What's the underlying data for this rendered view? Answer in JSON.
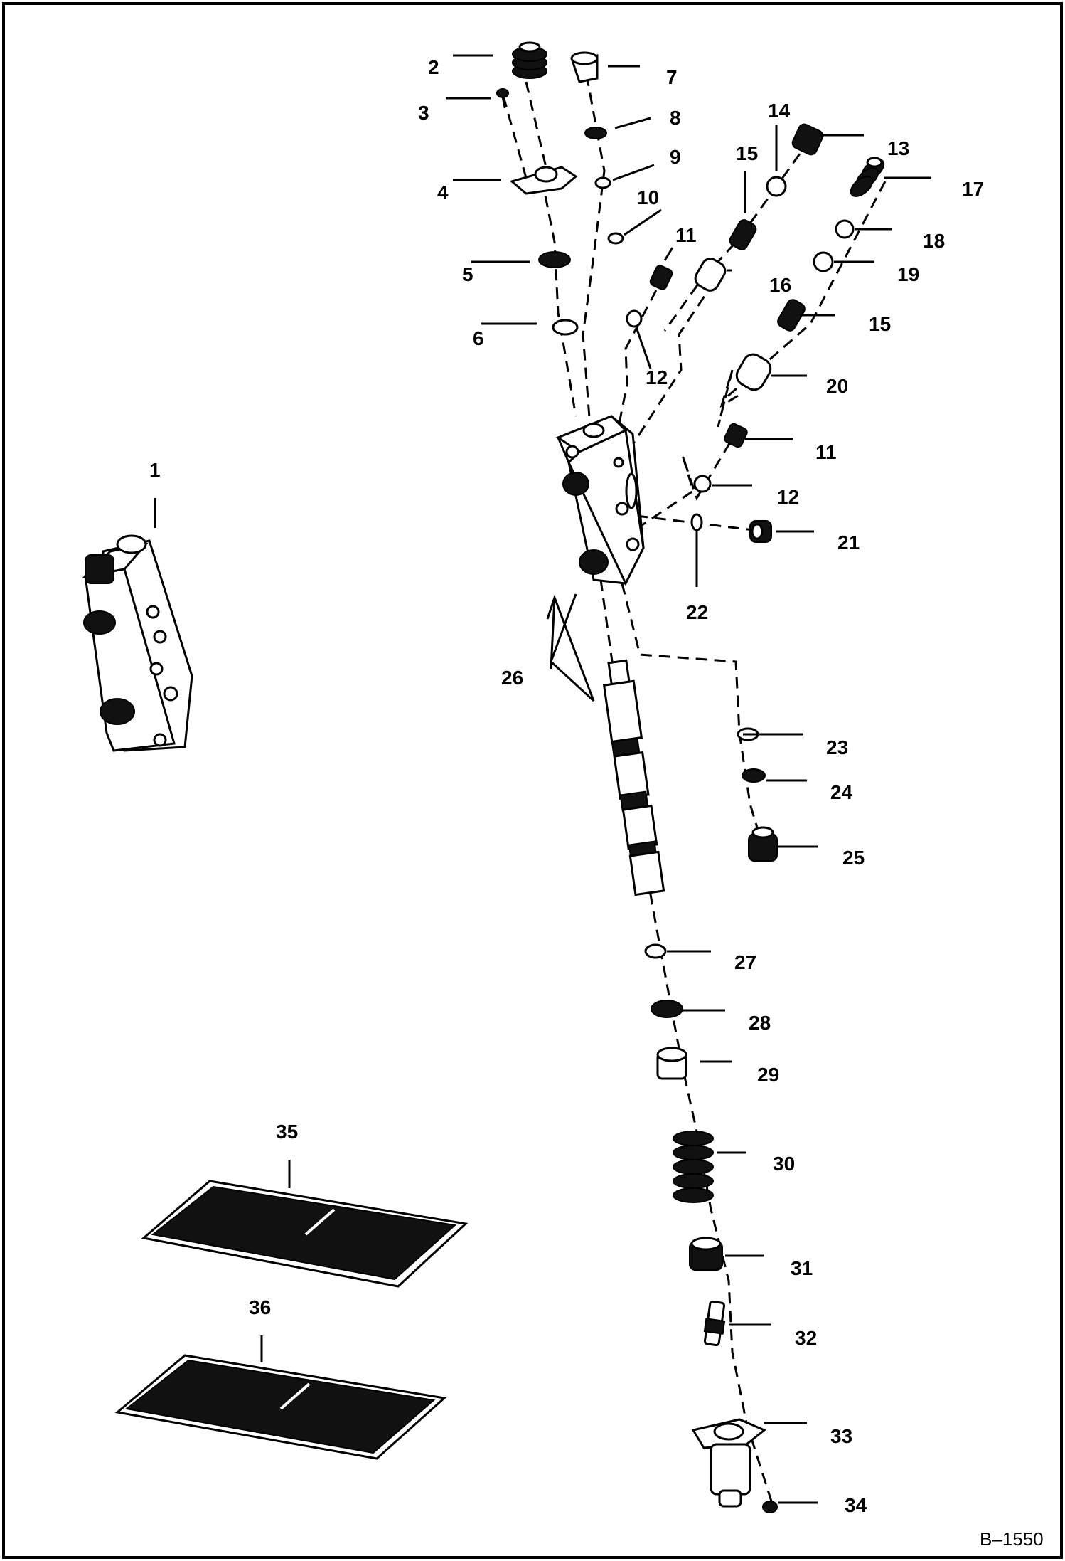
{
  "figure_code": "B–1550",
  "callouts": {
    "c1": "1",
    "c2": "2",
    "c3": "3",
    "c4": "4",
    "c5": "5",
    "c6": "6",
    "c7": "7",
    "c8": "8",
    "c9": "9",
    "c10": "10",
    "c11a": "11",
    "c11b": "11",
    "c12a": "12",
    "c12b": "12",
    "c13": "13",
    "c14": "14",
    "c15a": "15",
    "c15b": "15",
    "c16": "16",
    "c17": "17",
    "c18": "18",
    "c19": "19",
    "c20": "20",
    "c21": "21",
    "c22": "22",
    "c23": "23",
    "c24": "24",
    "c25": "25",
    "c26": "26",
    "c27": "27",
    "c28": "28",
    "c29": "29",
    "c30": "30",
    "c31": "31",
    "c32": "32",
    "c33": "33",
    "c34": "34",
    "c35": "35",
    "c36": "36"
  }
}
